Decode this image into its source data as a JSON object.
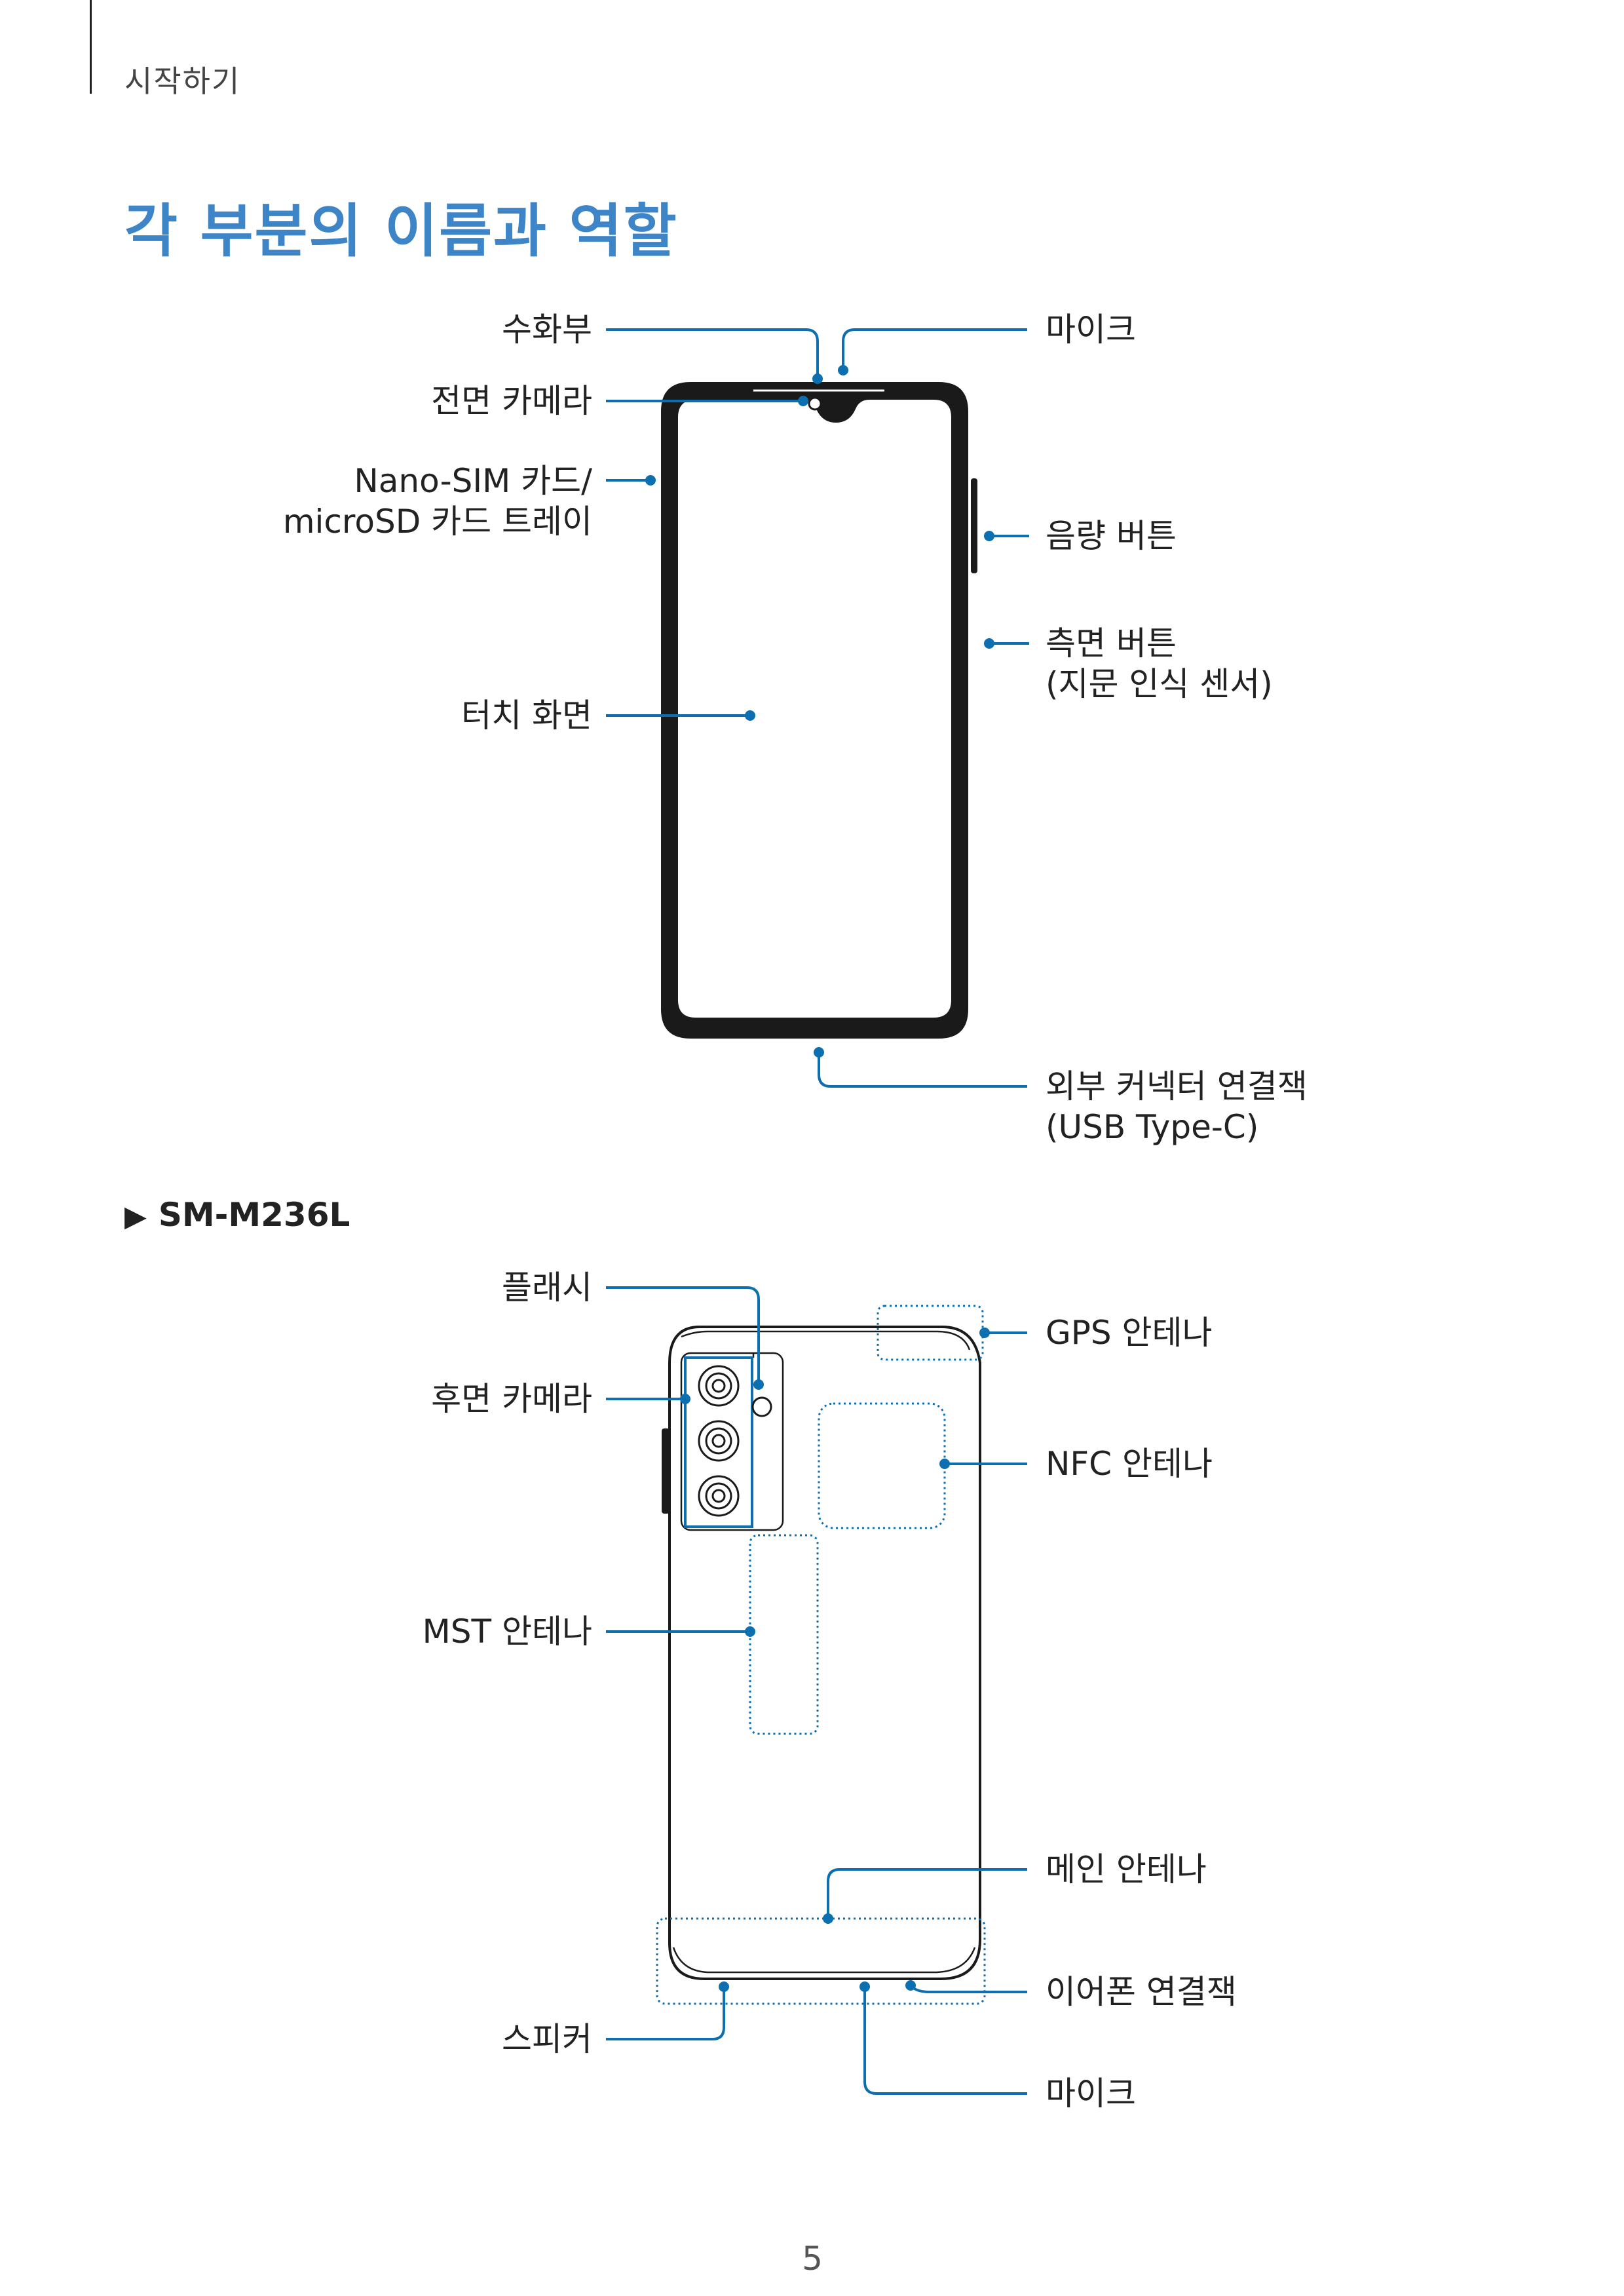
{
  "header": {
    "section": "시작하기"
  },
  "title": "각 부분의 이름과 역할",
  "front_view": {
    "labels": {
      "receiver": "수화부",
      "front_camera": "전면 카메라",
      "sim_tray_line1": "Nano-SIM 카드/",
      "sim_tray_line2": "microSD 카드 트레이",
      "touch_screen": "터치 화면",
      "mic_top": "마이크",
      "volume_button": "음량 버튼",
      "side_button_line1": "측면 버튼",
      "side_button_line2": "(지문 인식 센서)",
      "connector_line1": "외부 커넥터 연결잭",
      "connector_line2": "(USB Type-C)"
    }
  },
  "rear_view": {
    "model": "SM-M236L",
    "labels": {
      "flash": "플래시",
      "rear_camera": "후면 카메라",
      "mst_antenna": "MST 안테나",
      "speaker": "스피커",
      "gps_antenna": "GPS 안테나",
      "nfc_antenna": "NFC 안테나",
      "main_antenna": "메인 안테나",
      "earphone_jack": "이어폰 연결잭",
      "mic_bottom": "마이크"
    }
  },
  "page_number": "5",
  "colors": {
    "accent": "#3d85c6",
    "callout": "#0b6fb0",
    "outline": "#1a1a1a"
  }
}
